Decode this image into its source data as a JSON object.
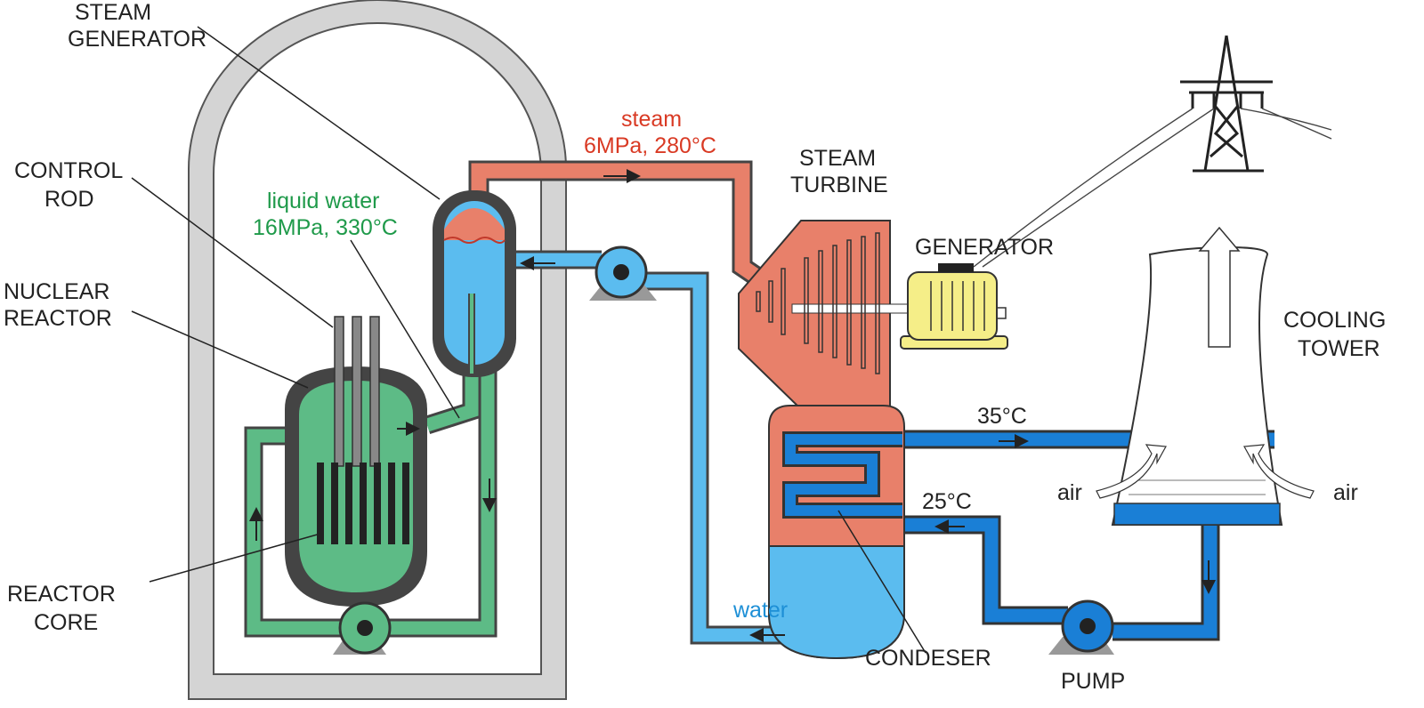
{
  "labels": {
    "steam_generator_1": "STEAM",
    "steam_generator_2": "GENERATOR",
    "control_rod_1": "CONTROL",
    "control_rod_2": "ROD",
    "nuclear_reactor_1": "NUCLEAR",
    "nuclear_reactor_2": "REACTOR",
    "reactor_core_1": "REACTOR",
    "reactor_core_2": "CORE",
    "liquid_water_1": "liquid water",
    "liquid_water_2": "16MPa, 330°C",
    "steam_1": "steam",
    "steam_2": "6MPa, 280°C",
    "steam_turbine_1": "STEAM",
    "steam_turbine_2": "TURBINE",
    "generator": "GENERATOR",
    "cooling_tower_1": "COOLING",
    "cooling_tower_2": "TOWER",
    "temp_hot": "35°C",
    "temp_cold": "25°C",
    "air_left": "air",
    "air_right": "air",
    "water": "water",
    "condenser": "CONDESER",
    "pump": "PUMP"
  },
  "colors": {
    "primary_loop": "#5dbb86",
    "steam": "#e8806a",
    "feedwater": "#5bbcef",
    "cooling_water": "#1a7fd6",
    "containment": "#d9d9d9",
    "generator_body": "#f5ee88",
    "outline": "#333333"
  }
}
